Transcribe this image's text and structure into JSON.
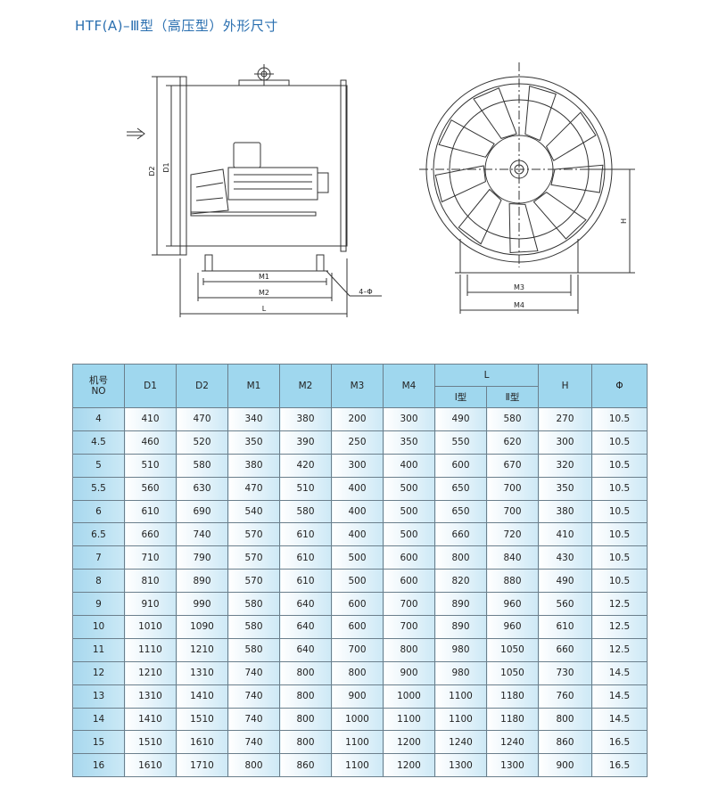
{
  "title": "HTF(A)–Ⅲ型（高压型）外形尺寸",
  "drawing": {
    "labels": {
      "d2": "D2",
      "d1": "D1",
      "m1": "M1",
      "m2": "M2",
      "l": "L",
      "bolt": "4–Φ",
      "m3": "M3",
      "m4": "M4",
      "h": "H"
    }
  },
  "table": {
    "header": {
      "no_line1": "机号",
      "no_line2": "NO",
      "d1": "D1",
      "d2": "D2",
      "m1": "M1",
      "m2": "M2",
      "m3": "M3",
      "m4": "M4",
      "l": "L",
      "l_type1": "Ⅰ型",
      "l_type2": "Ⅱ型",
      "h": "H",
      "phi": "Φ"
    },
    "rows": [
      [
        "4",
        "410",
        "470",
        "340",
        "380",
        "200",
        "300",
        "490",
        "580",
        "270",
        "10.5"
      ],
      [
        "4.5",
        "460",
        "520",
        "350",
        "390",
        "250",
        "350",
        "550",
        "620",
        "300",
        "10.5"
      ],
      [
        "5",
        "510",
        "580",
        "380",
        "420",
        "300",
        "400",
        "600",
        "670",
        "320",
        "10.5"
      ],
      [
        "5.5",
        "560",
        "630",
        "470",
        "510",
        "400",
        "500",
        "650",
        "700",
        "350",
        "10.5"
      ],
      [
        "6",
        "610",
        "690",
        "540",
        "580",
        "400",
        "500",
        "650",
        "700",
        "380",
        "10.5"
      ],
      [
        "6.5",
        "660",
        "740",
        "570",
        "610",
        "400",
        "500",
        "660",
        "720",
        "410",
        "10.5"
      ],
      [
        "7",
        "710",
        "790",
        "570",
        "610",
        "500",
        "600",
        "800",
        "840",
        "430",
        "10.5"
      ],
      [
        "8",
        "810",
        "890",
        "570",
        "610",
        "500",
        "600",
        "820",
        "880",
        "490",
        "10.5"
      ],
      [
        "9",
        "910",
        "990",
        "580",
        "640",
        "600",
        "700",
        "890",
        "960",
        "560",
        "12.5"
      ],
      [
        "10",
        "1010",
        "1090",
        "580",
        "640",
        "600",
        "700",
        "890",
        "960",
        "610",
        "12.5"
      ],
      [
        "11",
        "1110",
        "1210",
        "580",
        "640",
        "700",
        "800",
        "980",
        "1050",
        "660",
        "12.5"
      ],
      [
        "12",
        "1210",
        "1310",
        "740",
        "800",
        "800",
        "900",
        "980",
        "1050",
        "730",
        "14.5"
      ],
      [
        "13",
        "1310",
        "1410",
        "740",
        "800",
        "900",
        "1000",
        "1100",
        "1180",
        "760",
        "14.5"
      ],
      [
        "14",
        "1410",
        "1510",
        "740",
        "800",
        "1000",
        "1100",
        "1100",
        "1180",
        "800",
        "14.5"
      ],
      [
        "15",
        "1510",
        "1610",
        "740",
        "800",
        "1100",
        "1200",
        "1240",
        "1240",
        "860",
        "16.5"
      ],
      [
        "16",
        "1610",
        "1710",
        "800",
        "860",
        "1100",
        "1200",
        "1300",
        "1300",
        "900",
        "16.5"
      ]
    ]
  }
}
